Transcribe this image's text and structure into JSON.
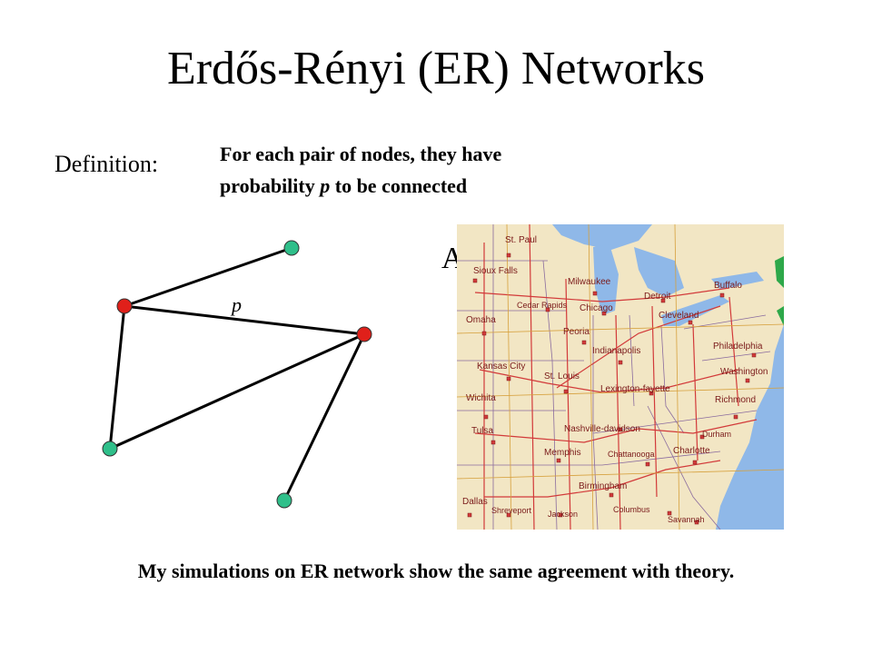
{
  "slide": {
    "title": "Erdős-Rényi (ER) Networks",
    "definition_label": "Definition:",
    "definition_before": "For each pair of nodes, they have probability ",
    "definition_p": "p",
    "definition_after": " to be connected",
    "edge_label": "p",
    "partial_letter": "A",
    "conclusion": "My simulations on ER network show the same agreement with theory."
  },
  "colors": {
    "red_node": "#e0201a",
    "green_node": "#2fbf8a",
    "map_land": "#f2e6c4",
    "map_water": "#8fb8e8",
    "map_roads": "#d23a3a",
    "map_labels": "#7a1a1a"
  },
  "graph": {
    "nodes": [
      {
        "id": "a",
        "color": "red"
      },
      {
        "id": "b",
        "color": "red"
      },
      {
        "id": "c",
        "color": "green"
      },
      {
        "id": "d",
        "color": "green"
      },
      {
        "id": "e",
        "color": "green"
      }
    ],
    "edges": [
      [
        "a",
        "c"
      ],
      [
        "a",
        "b"
      ],
      [
        "a",
        "d"
      ],
      [
        "b",
        "d"
      ],
      [
        "b",
        "e"
      ]
    ]
  },
  "map": {
    "cities": [
      "St. Paul",
      "Sioux Falls",
      "Milwaukee",
      "Detroit",
      "Buffalo",
      "Omaha",
      "Cedar Rapids",
      "Chicago",
      "Cleveland",
      "Peoria",
      "Indianapolis",
      "Philadelphia",
      "Kansas City",
      "St. Louis",
      "Washington",
      "Wichita",
      "Lexington-fayette",
      "Richmond",
      "Tulsa",
      "Nashville-davidson",
      "Durham",
      "Memphis",
      "Chattanooga",
      "Charlotte",
      "Birmingham",
      "Dallas",
      "Shreveport",
      "Jackson",
      "Columbus",
      "Savannah"
    ]
  }
}
